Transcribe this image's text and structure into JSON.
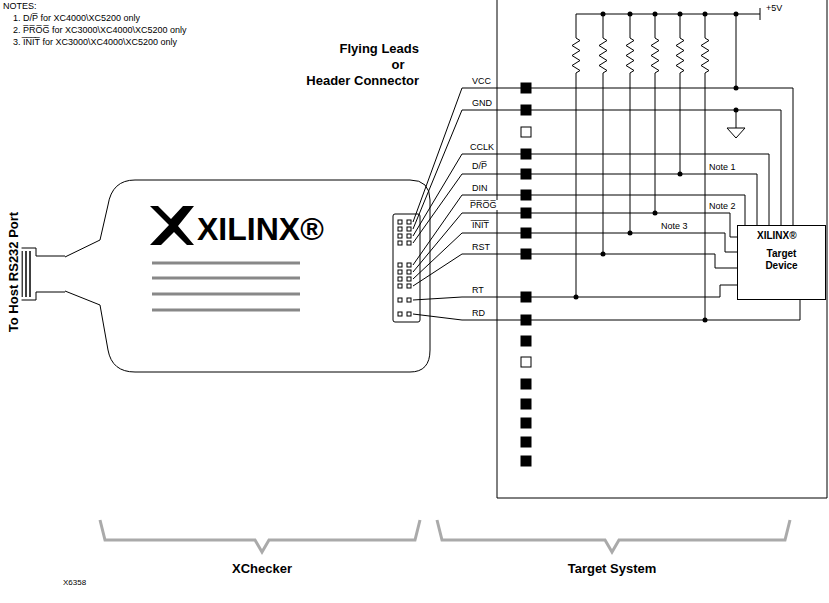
{
  "diagram": {
    "nodes": [
      {
        "text": [
          "XILINX®"
        ]
      },
      {
        "text": [
          "XILINX®",
          "Target Device"
        ]
      }
    ],
    "labels": [
      "NOTES:",
      "1. D/P̅ for XC4000\\XC5200 only",
      "2. P̅R̅O̅G̅ for XC3000\\XC4000\\XC5200 only",
      "3. I̅N̅I̅T̅ for XC3000\\XC4000\\XC5200 only",
      "Flying Leads",
      "or",
      "Header Connector",
      "To Host RS232 Port",
      "VCC",
      "GND",
      "CCLK",
      "D/P̅",
      "DIN",
      "P̅R̅O̅G̅",
      "I̅N̅I̅T̅",
      "RST",
      "RT",
      "RD",
      "+5V",
      "Note 1",
      "Note 2",
      "Note 3",
      "X6358",
      "XChecker",
      "Target System"
    ]
  }
}
